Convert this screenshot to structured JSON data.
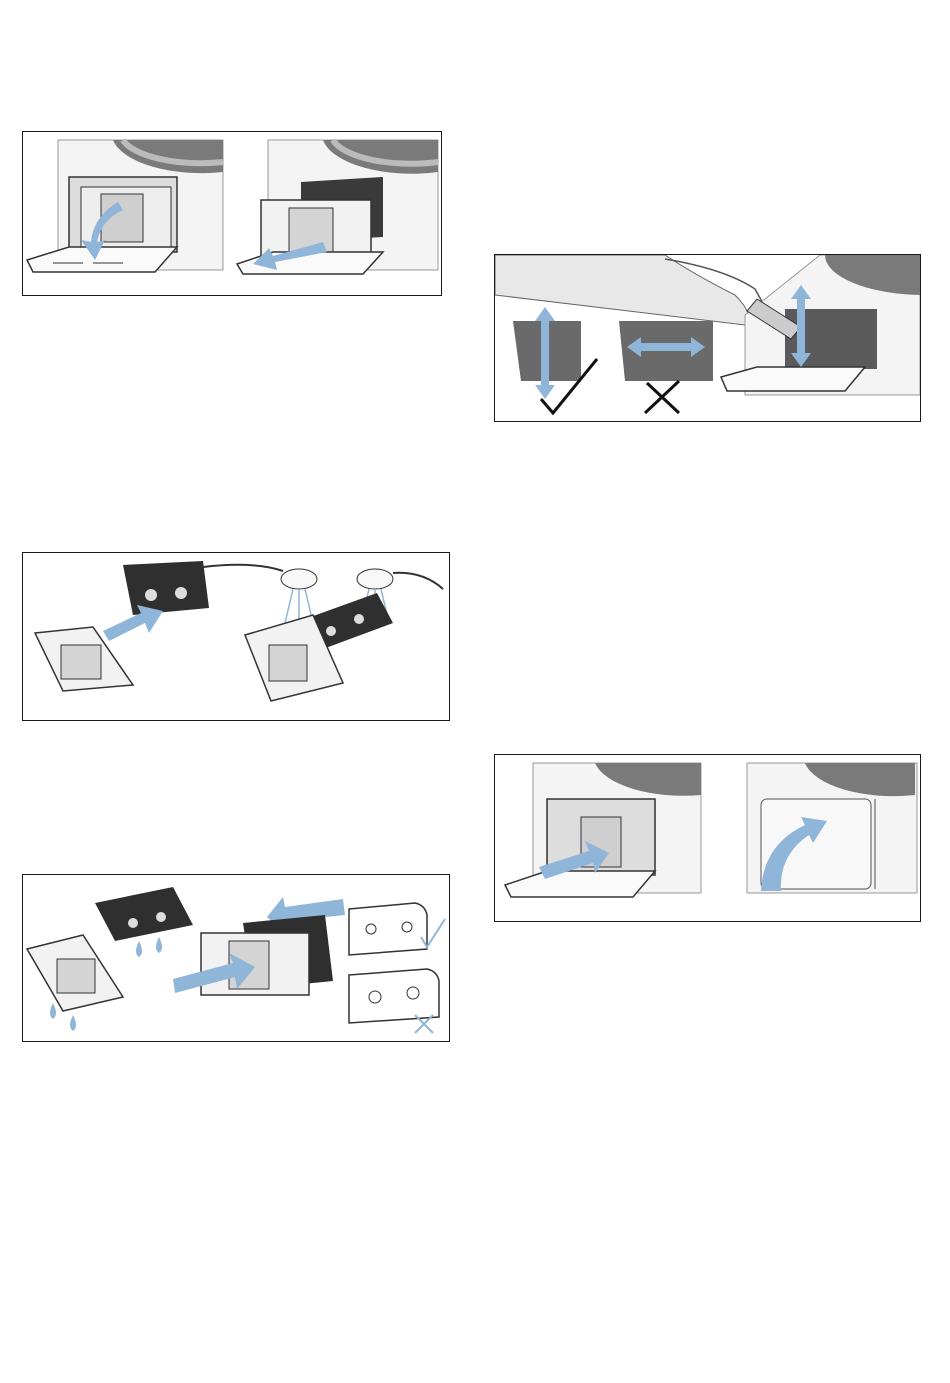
{
  "figures": [
    {
      "id": "fig1",
      "description_icons": [
        "open-flap",
        "pull-out-filter"
      ]
    },
    {
      "id": "fig2",
      "description_icons": [
        "remove-foam-filter",
        "rinse-under-tap"
      ]
    },
    {
      "id": "fig3",
      "description_icons": [
        "reinsert-filters",
        "correct-orientation",
        "incorrect-orientation"
      ]
    },
    {
      "id": "fig4",
      "description_icons": [
        "vacuum-vertical-ok",
        "vacuum-horizontal-wrong"
      ]
    },
    {
      "id": "fig5",
      "description_icons": [
        "push-filter-in",
        "close-flap"
      ]
    }
  ],
  "colors": {
    "arrow": "#8fb6d8",
    "line": "#333333",
    "machine": "#f4f4f4",
    "foam": "#2f2f2f"
  }
}
